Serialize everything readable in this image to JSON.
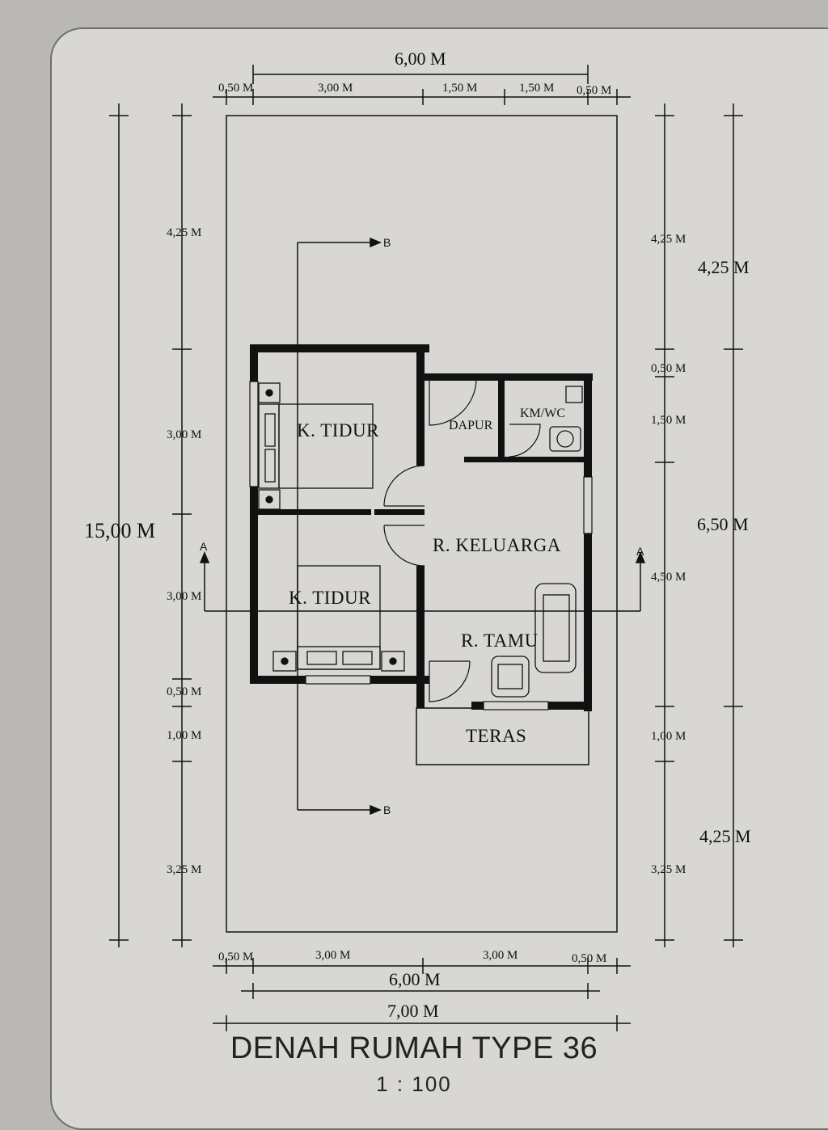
{
  "drawing": {
    "title": "DENAH RUMAH TYPE 36",
    "scale": "1 : 100"
  },
  "top_dims": {
    "overall": "6,00 M",
    "segments": [
      "0,50 M",
      "3,00 M",
      "1,50 M",
      "1,50 M",
      "0,50 M"
    ]
  },
  "bottom_dims": {
    "segments": [
      "0,50 M",
      "3,00 M",
      "3,00 M",
      "0,50 M"
    ],
    "inner": "6,00 M",
    "overall": "7,00 M"
  },
  "left_dims": {
    "overall": "15,00 M",
    "segments": [
      "4,25 M",
      "3,00 M",
      "3,00 M",
      "0,50 M",
      "1,00 M",
      "3,25 M"
    ]
  },
  "right_dims": {
    "segments": [
      "4,25 M",
      "0,50 M",
      "1,50 M",
      "4,50 M",
      "1,00 M",
      "3,25 M"
    ],
    "outer": [
      "4,25 M",
      "6,50 M",
      "4,25 M"
    ]
  },
  "rooms": {
    "bedroom_1": "K. TIDUR",
    "bedroom_2": "K. TIDUR",
    "kitchen": "DAPUR",
    "bathroom": "KM/WC",
    "family_room": "R. KELUARGA",
    "living_room": "R. TAMU",
    "terrace": "TERAS"
  },
  "section_marks": {
    "a_left": "A",
    "a_right": "A",
    "b_top": "B",
    "b_bottom": "B"
  },
  "colors": {
    "paper": "#d8d7d3",
    "background": "#b9b8b4",
    "ink": "#111111"
  }
}
